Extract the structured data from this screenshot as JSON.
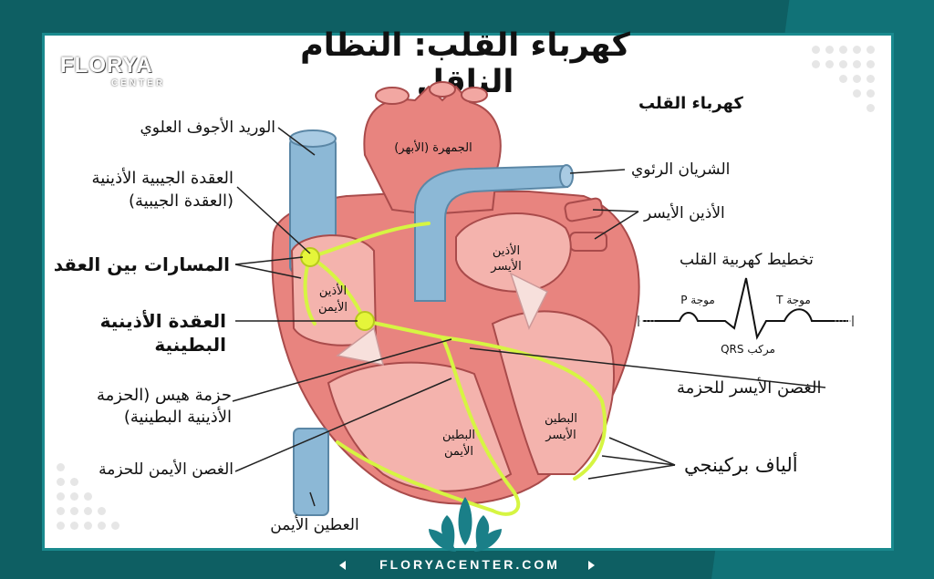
{
  "title": "كهرباء القلب: النظام الناقل",
  "logo": {
    "name": "FLORYA",
    "sub": "CENTER"
  },
  "footer": {
    "url": "FLORYACENTER.COM"
  },
  "colors": {
    "frame": "#0e5f63",
    "accent": "#1a8a8e",
    "heart": "#e8847f",
    "vessel_blue": "#8cb8d6",
    "conduction": "#d6f542"
  },
  "labels_left": {
    "svc": "الوريد الأجوف العلوي",
    "sa_node_1": "العقدة الجيبية الأذينية",
    "sa_node_2": "(العقدة الجيبية)",
    "internodal": "المسارات بين العقد",
    "av_node_1": "العقدة الأذينية",
    "av_node_2": "البطينية",
    "his_1": "حزمة هيس (الحزمة",
    "his_2": "الأذينية البطينية)",
    "right_branch": "الغصن الأيمن للحزمة",
    "right_ventricle_bottom": "العطين الأيمن"
  },
  "labels_right": {
    "heart_electricity": "كهرباء القلب",
    "pulmonary_artery": "الشريان الرئوي",
    "left_atrium": "الأذين الأيسر",
    "ecg_title": "تخطيط كهربية القلب",
    "p_wave": "موجة P",
    "t_wave": "موجة T",
    "qrs": "مركب QRS",
    "left_branch": "الغصن الأيسر للحزمة",
    "purkinje": "ألياف بركينجي"
  },
  "labels_inside": {
    "aorta": "الجمهرة (الأبهر)",
    "left_atrium_1": "الأذين",
    "left_atrium_2": "الأيسر",
    "right_atrium_1": "الأذين",
    "right_atrium_2": "الأيمن",
    "right_ventricle_1": "البطين",
    "right_ventricle_2": "الأيمن",
    "left_ventricle_1": "البطين",
    "left_ventricle_2": "الأيسر"
  }
}
